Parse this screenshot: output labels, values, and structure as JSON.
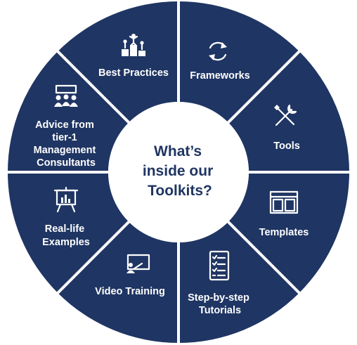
{
  "center": {
    "lines": [
      "What’s",
      "inside our",
      "Toolkits?"
    ]
  },
  "segments": [
    {
      "icon": "arrows-cycle-icon",
      "lines": [
        "Frameworks"
      ]
    },
    {
      "icon": "tools-icon",
      "lines": [
        "Tools"
      ]
    },
    {
      "icon": "template-icon",
      "lines": [
        "Templates"
      ]
    },
    {
      "icon": "checklist-icon",
      "lines": [
        "Step-by-step",
        "Tutorials"
      ]
    },
    {
      "icon": "video-screen-icon",
      "lines": [
        "Video Training"
      ]
    },
    {
      "icon": "presentation-chart-icon",
      "lines": [
        "Real-life",
        "Examples"
      ]
    },
    {
      "icon": "team-meeting-icon",
      "lines": [
        "Advice from",
        "tier-1",
        "Management",
        "Consultants"
      ]
    },
    {
      "icon": "podium-icon",
      "lines": [
        "Best Practices"
      ]
    }
  ],
  "colors": {
    "segment": "#1f3563",
    "divider": "#ffffff",
    "center_fill": "#ffffff",
    "center_text": "#1f3563"
  }
}
